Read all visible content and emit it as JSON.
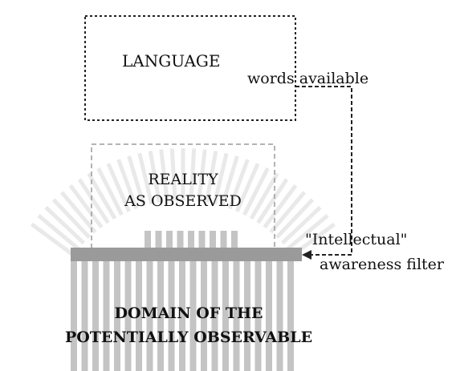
{
  "diagram": {
    "language_label": "LANGUAGE",
    "words_label": "words available",
    "reality_line1": "REALITY",
    "reality_line2": "AS OBSERVED",
    "filter_line1": "\"Intellectual\"",
    "filter_line2": "awareness filter",
    "domain_line1": "DOMAIN OF THE",
    "domain_line2": "POTENTIALLY OBSERVABLE"
  },
  "colors": {
    "stripe": "#c4c4c4",
    "filter_bar": "#9a9a9a",
    "fan": "#e9e9e9",
    "box_border": "#222222",
    "reality_border": "#9a9a9a"
  }
}
